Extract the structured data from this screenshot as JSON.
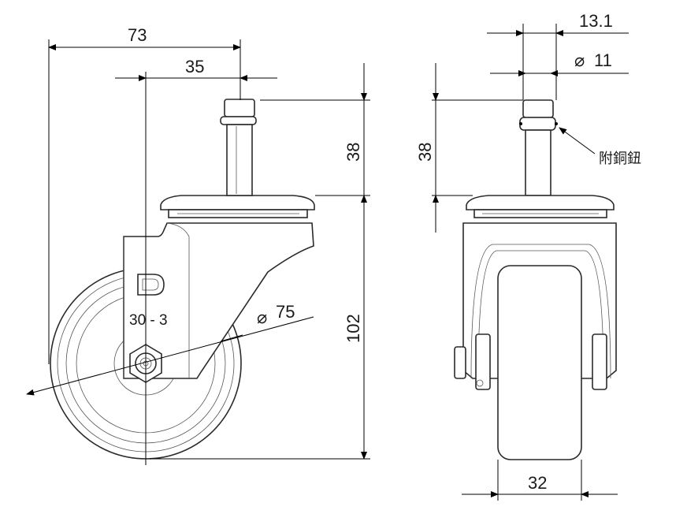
{
  "dimensions": {
    "overall_width": "73",
    "stem_offset": "35",
    "stem_height_side": "38",
    "wheel_diameter": "75",
    "total_height": "102",
    "stem_height_front": "38",
    "width_top": "13.1",
    "stem_diameter": "11",
    "wheel_width": "32"
  },
  "marks": {
    "model": "30 - 3",
    "logo": "D"
  },
  "notes": {
    "copper_ring": "附銅鈕"
  },
  "symbols": {
    "diameter_symbol": "⌀"
  }
}
